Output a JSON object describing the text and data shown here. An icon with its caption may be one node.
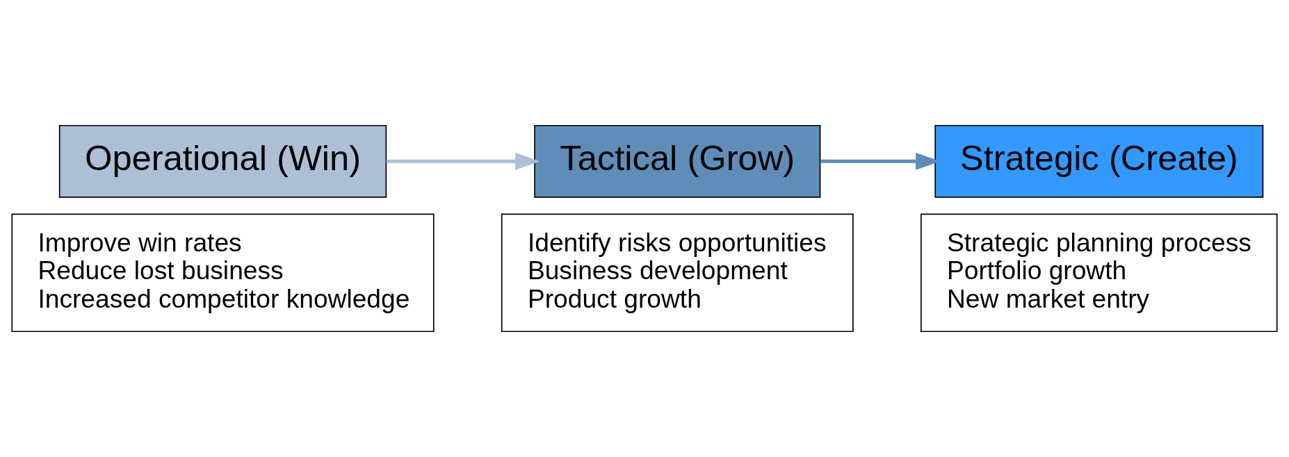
{
  "diagram": {
    "nodes": [
      {
        "text": [
          "Operational (Win)"
        ]
      },
      {
        "text": [
          "Improve win rates",
          "Reduce lost business",
          "Increased competitor knowledge"
        ]
      },
      {
        "text": [
          "Tactical (Grow)"
        ]
      },
      {
        "text": [
          "Identify risks opportunities",
          "Business development",
          "Product growth"
        ]
      },
      {
        "text": [
          "Strategic (Create)"
        ]
      },
      {
        "text": [
          "Strategic planning process",
          "Portfolio growth",
          "New market entry"
        ]
      }
    ],
    "edges": [
      {
        "from": 0,
        "to": 2,
        "arrow": "to",
        "color": "#adbfd6"
      },
      {
        "from": 2,
        "to": 4,
        "arrow": "to",
        "color": "#5f8db8"
      }
    ]
  }
}
